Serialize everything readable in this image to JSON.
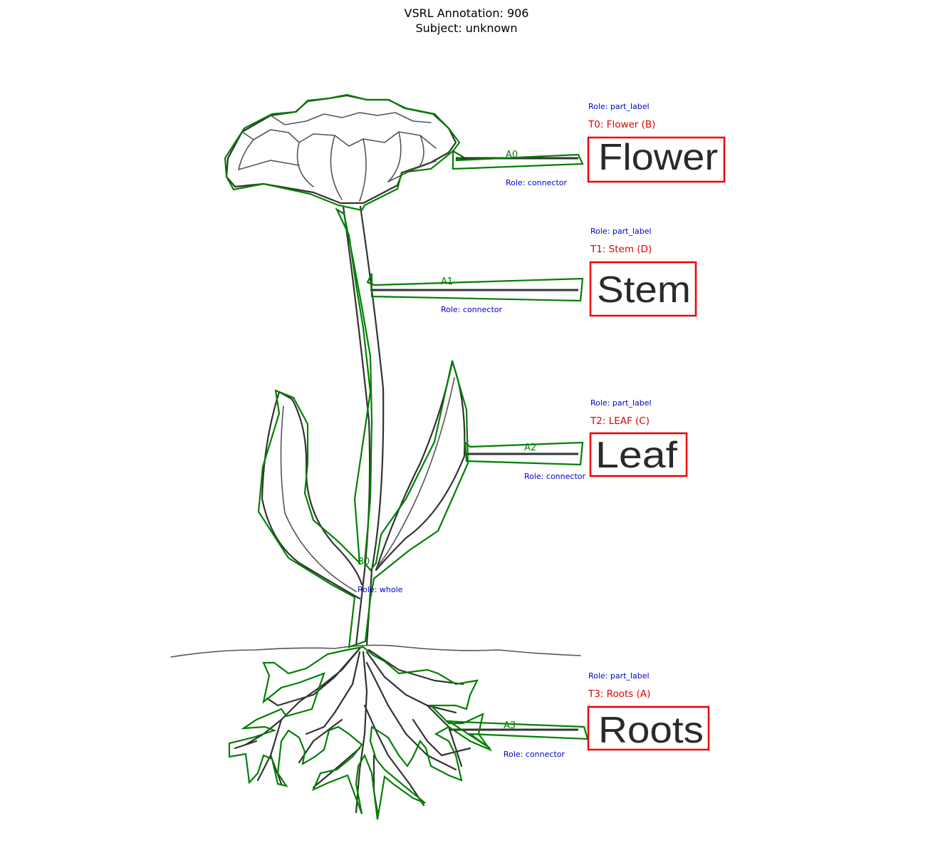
{
  "title": {
    "line1": "VSRL Annotation: 906",
    "line2": "Subject: unknown"
  },
  "text_labels": [
    {
      "id": "T0",
      "tag": "T0: Flower (B)",
      "role": "Role: part_label",
      "word": "Flower"
    },
    {
      "id": "T1",
      "tag": "T1: Stem (D)",
      "role": "Role: part_label",
      "word": "Stem"
    },
    {
      "id": "T2",
      "tag": "T2: LEAF (C)",
      "role": "Role: part_label",
      "word": "Leaf"
    },
    {
      "id": "T3",
      "tag": "T3: Roots (A)",
      "role": "Role: part_label",
      "word": "Roots"
    }
  ],
  "arrows": [
    {
      "id": "A0",
      "role": "Role: connector"
    },
    {
      "id": "A1",
      "role": "Role: connector"
    },
    {
      "id": "A2",
      "role": "Role: connector"
    },
    {
      "id": "A3",
      "role": "Role: connector"
    }
  ],
  "blob": {
    "id": "B0",
    "role": "Role: whole"
  },
  "colors": {
    "text_box": "#ee0000",
    "polygon": "#008000",
    "role_text": "#0000cc"
  }
}
